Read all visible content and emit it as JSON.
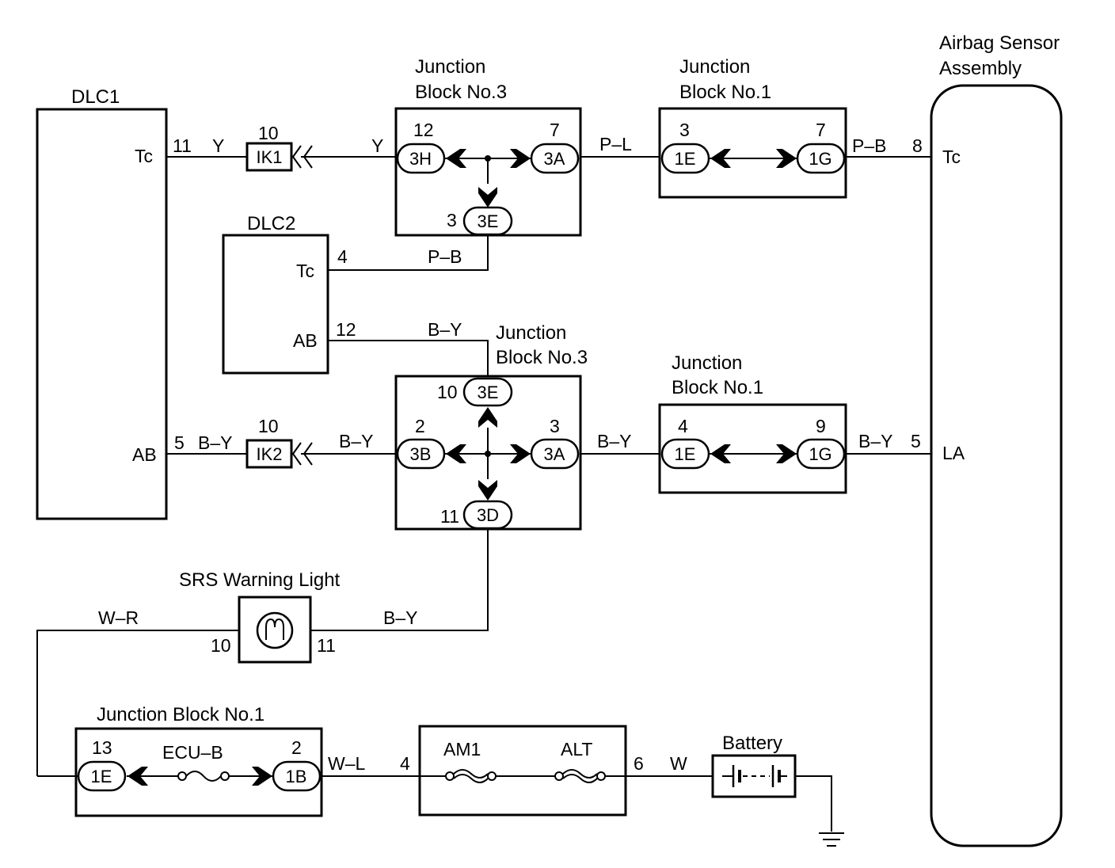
{
  "components": {
    "dlc1": {
      "title": "DLC1",
      "pin_tc": "Tc",
      "pin_ab": "AB"
    },
    "dlc2": {
      "title": "DLC2",
      "pin_tc": "Tc",
      "pin_ab": "AB"
    },
    "airbag": {
      "title_line1": "Airbag Sensor",
      "title_line2": "Assembly",
      "pin_tc": "Tc",
      "pin_la": "LA"
    },
    "jb3_top": {
      "title_line1": "Junction",
      "title_line2": "Block No.3"
    },
    "jb1_top": {
      "title_line1": "Junction",
      "title_line2": "Block No.1"
    },
    "jb3_mid": {
      "title_line1": "Junction",
      "title_line2": "Block No.3"
    },
    "jb1_mid": {
      "title_line1": "Junction",
      "title_line2": "Block No.1"
    },
    "jb1_bottom": {
      "title": "Junction Block No.1",
      "fuse": "ECU–B"
    },
    "srs": {
      "title": "SRS Warning Light"
    },
    "fuse_box": {
      "fuse1": "AM1",
      "fuse2": "ALT"
    },
    "battery": {
      "title": "Battery"
    }
  },
  "connectors": {
    "ik1": "IK1",
    "ik2": "IK2",
    "c_3h": "3H",
    "c_3a_top": "3A",
    "c_3e_top": "3E",
    "c_1e_top": "1E",
    "c_1g_top": "1G",
    "c_3e_mid": "3E",
    "c_3b": "3B",
    "c_3a_mid": "3A",
    "c_3d": "3D",
    "c_1e_mid": "1E",
    "c_1g_mid": "1G",
    "c_1e_bot": "1E",
    "c_1b": "1B"
  },
  "pins": {
    "dlc1_tc": "11",
    "ik1": "10",
    "jb3_3h": "12",
    "jb3_3a": "7",
    "jb3_3e": "3",
    "jb1_1e_top": "3",
    "jb1_1g_top": "7",
    "airbag_tc": "8",
    "dlc2_tc": "4",
    "dlc2_ab": "12",
    "jb3_3e_mid": "10",
    "jb3_3b": "2",
    "jb3_3a_mid": "3",
    "jb3_3d": "11",
    "dlc1_ab": "5",
    "ik2": "10",
    "jb1_1e_mid": "4",
    "jb1_1g_mid": "9",
    "airbag_la": "5",
    "srs_in": "10",
    "srs_out": "11",
    "jb1_1e_bot": "13",
    "jb1_1b": "2",
    "fuse_in": "4",
    "fuse_out": "6"
  },
  "wires": {
    "dlc1_tc": "Y",
    "ik1_jb3": "Y",
    "jb3_jb1_top": "P–L",
    "jb1_airbag_top": "P–B",
    "jb3_dlc2": "P–B",
    "dlc2_ab": "B–Y",
    "dlc1_ab": "B–Y",
    "ik2_jb3": "B–Y",
    "jb3_jb1_mid": "B–Y",
    "jb1_airbag_mid": "B–Y",
    "srs_left": "W–R",
    "srs_right": "B–Y",
    "jb1_fuse": "W–L",
    "fuse_batt": "W"
  }
}
